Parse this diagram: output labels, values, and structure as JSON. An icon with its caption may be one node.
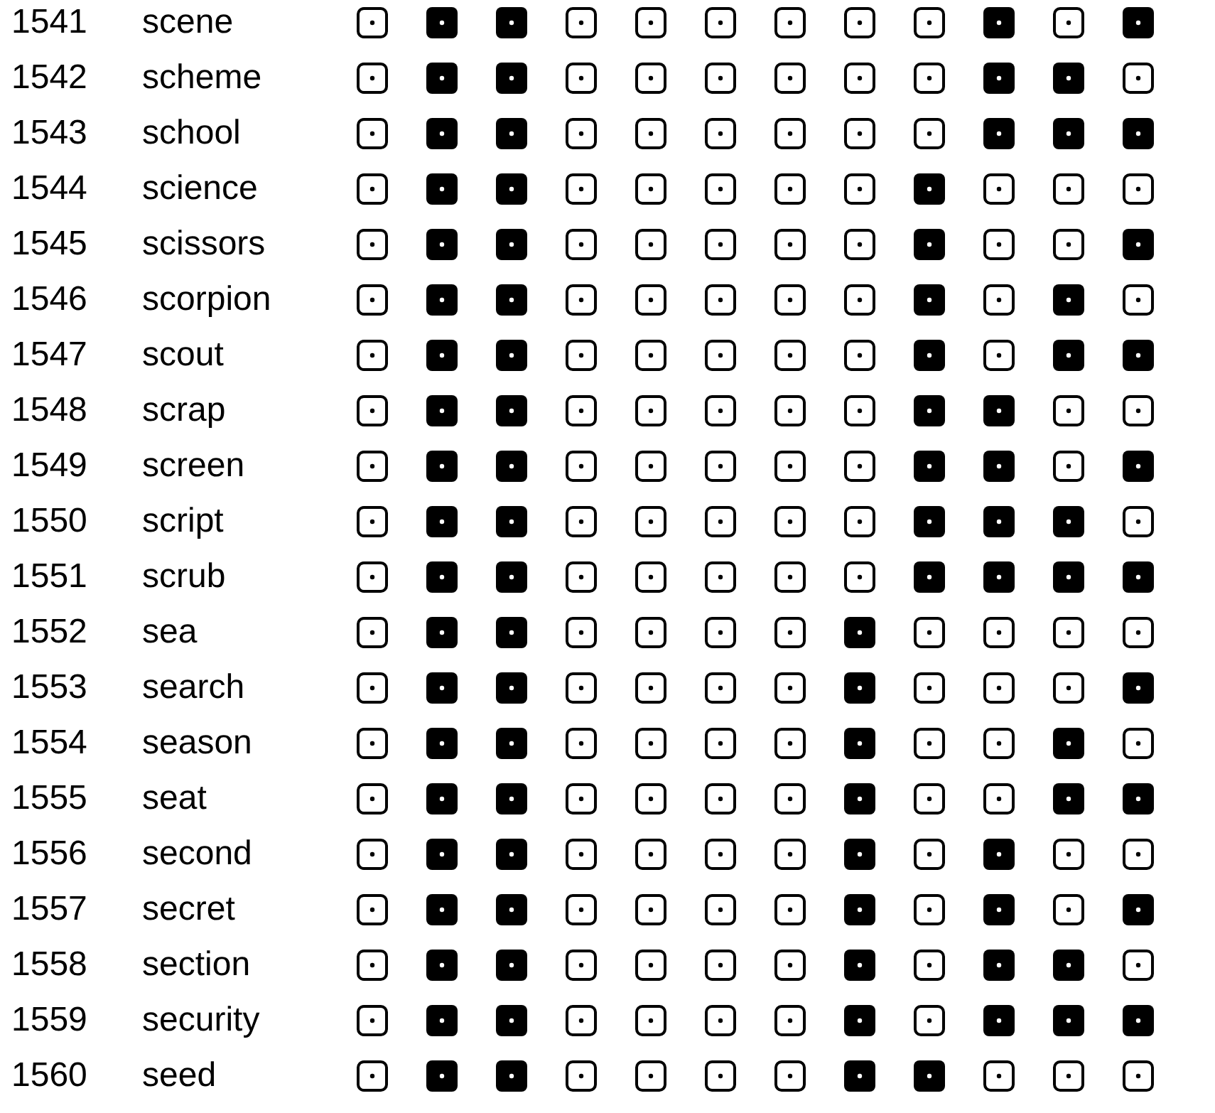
{
  "diagram": {
    "labels": [
      "1541",
      "scene",
      "1542",
      "scheme",
      "1543",
      "school",
      "1544",
      "science",
      "1545",
      "scissors",
      "1546",
      "scorpion",
      "1547",
      "scout",
      "1548",
      "scrap",
      "1549",
      "screen",
      "1550",
      "script",
      "1551",
      "scrub",
      "1552",
      "sea",
      "1553",
      "search",
      "1554",
      "season",
      "1555",
      "seat",
      "1556",
      "second",
      "1557",
      "secret",
      "1558",
      "section",
      "1559",
      "security",
      "1560",
      "seed"
    ]
  }
}
